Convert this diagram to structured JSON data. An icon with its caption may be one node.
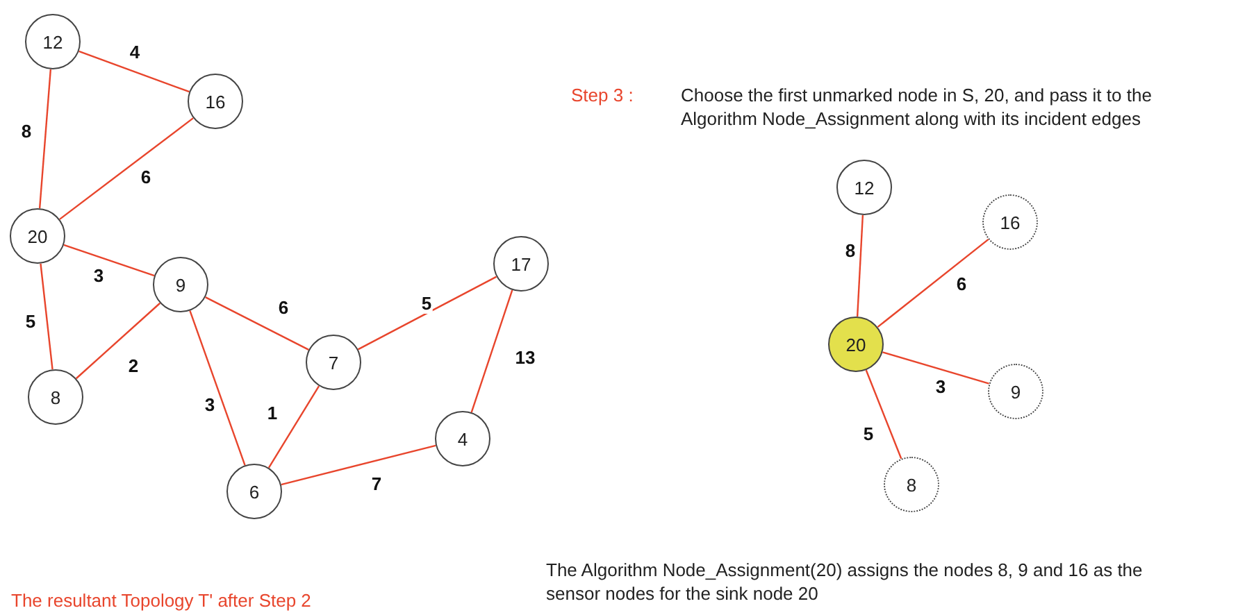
{
  "diagram": {
    "nodes": [
      {
        "text": [
          "12"
        ]
      },
      {
        "text": [
          "16"
        ]
      },
      {
        "text": [
          "20"
        ]
      },
      {
        "text": [
          "9"
        ]
      },
      {
        "text": [
          "17"
        ]
      },
      {
        "text": [
          "7"
        ]
      },
      {
        "text": [
          "8"
        ]
      },
      {
        "text": [
          "4"
        ]
      },
      {
        "text": [
          "6"
        ]
      },
      {
        "text": [
          "12"
        ]
      },
      {
        "text": [
          "16"
        ]
      },
      {
        "text": [
          "20"
        ]
      },
      {
        "text": [
          "9"
        ]
      },
      {
        "text": [
          "8"
        ]
      }
    ],
    "edges": [
      {
        "from": 0,
        "to": 1,
        "arrow": "none",
        "label": "4"
      },
      {
        "from": 0,
        "to": 2,
        "arrow": "none",
        "label": "8"
      },
      {
        "from": 1,
        "to": 2,
        "arrow": "none",
        "label": "6"
      },
      {
        "from": 2,
        "to": 3,
        "arrow": "none",
        "label": "3"
      },
      {
        "from": 2,
        "to": 6,
        "arrow": "none",
        "label": "5"
      },
      {
        "from": 3,
        "to": 6,
        "arrow": "none",
        "label": "2"
      },
      {
        "from": 3,
        "to": 5,
        "arrow": "none",
        "label": "6"
      },
      {
        "from": 3,
        "to": 8,
        "arrow": "none",
        "label": "3"
      },
      {
        "from": 5,
        "to": 8,
        "arrow": "none",
        "label": "1"
      },
      {
        "from": 5,
        "to": 4,
        "arrow": "none",
        "label": "5"
      },
      {
        "from": 4,
        "to": 7,
        "arrow": "none",
        "label": "13"
      },
      {
        "from": 7,
        "to": 8,
        "arrow": "none",
        "label": "7"
      },
      {
        "from": 11,
        "to": 9,
        "arrow": "none",
        "label": "8"
      },
      {
        "from": 11,
        "to": 10,
        "arrow": "none",
        "label": "6"
      },
      {
        "from": 11,
        "to": 12,
        "arrow": "none",
        "label": "3"
      },
      {
        "from": 11,
        "to": 13,
        "arrow": "none",
        "label": "5"
      }
    ],
    "labels": [
      "Step 3 :",
      "Choose the first unmarked node in S, 20, and pass it to the Algorithm Node_Assignment along with its incident edges",
      "The Algorithm Node_Assignment(20) assigns the nodes 8, 9 and 16 as the sensor nodes for the sink node 20",
      "The resultant Topology T' after Step 2"
    ]
  }
}
